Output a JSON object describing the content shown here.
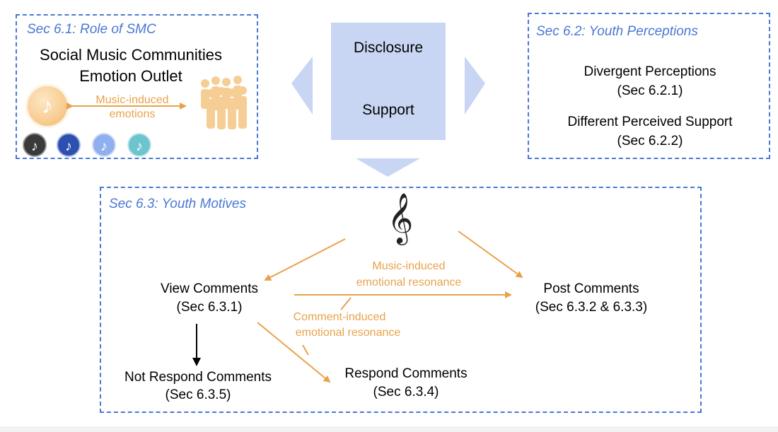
{
  "sec61": {
    "title": "Sec 6.1: Role of SMC",
    "line1": "Social Music Communities",
    "line2": "Emotion Outlet",
    "arrow_label_1": "Music-induced",
    "arrow_label_2": "emotions"
  },
  "center": {
    "top_label": "Disclosure",
    "bottom_label": "Support"
  },
  "sec62": {
    "title": "Sec 6.2: Youth Perceptions",
    "item1": "Divergent Perceptions",
    "item1_ref": "(Sec 6.2.1)",
    "item2": "Different Perceived Support",
    "item2_ref": "(Sec 6.2.2)"
  },
  "sec63": {
    "title": "Sec 6.3: Youth Motives",
    "view": "View Comments",
    "view_ref": "(Sec 6.3.1)",
    "post": "Post Comments",
    "post_ref": "(Sec 6.3.2 & 6.3.3)",
    "not_respond": "Not Respond Comments",
    "not_respond_ref": "(Sec 6.3.5)",
    "respond": "Respond Comments",
    "respond_ref": "(Sec 6.3.4)",
    "music_res_1": "Music-induced",
    "music_res_2": "emotional resonance",
    "comment_res_1": "Comment-induced",
    "comment_res_2": "emotional resonance"
  },
  "icons": {
    "music_note": "♪",
    "treble_clef": "𝄞",
    "note_colors": [
      "#3a3a3a",
      "#2c4fb0",
      "#8fb0ee",
      "#6cc4cf"
    ]
  },
  "colors": {
    "accent_blue": "#4a78d4",
    "orange": "#e8a24a",
    "box_fill": "#c8d6f4"
  }
}
